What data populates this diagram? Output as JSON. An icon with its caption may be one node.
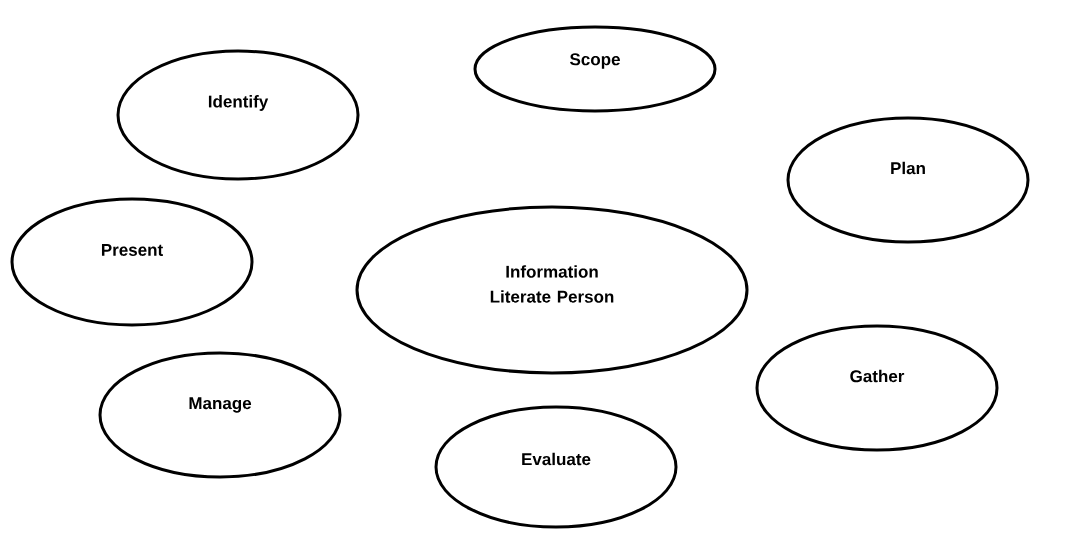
{
  "diagram": {
    "nodes": [
      {
        "text": [
          "Scope"
        ]
      },
      {
        "text": [
          "Identify"
        ]
      },
      {
        "text": [
          "Plan"
        ]
      },
      {
        "text": [
          "Present"
        ]
      },
      {
        "text": [
          "Information Literate Person"
        ]
      },
      {
        "text": [
          "Gather"
        ]
      },
      {
        "text": [
          "Manage"
        ]
      },
      {
        "text": [
          "Evaluate"
        ]
      }
    ]
  }
}
